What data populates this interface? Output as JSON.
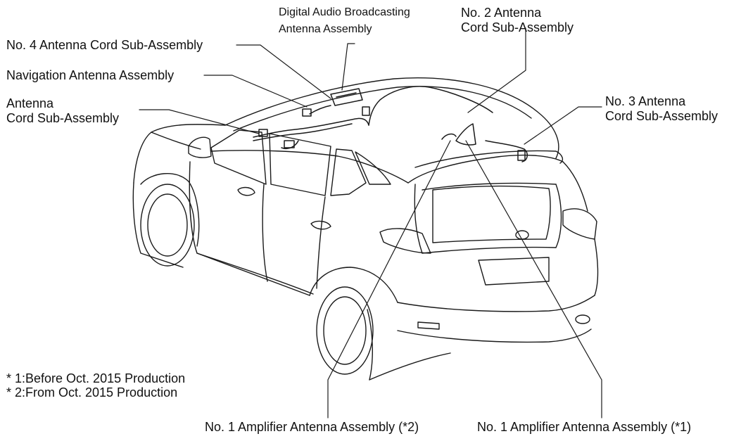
{
  "labels": {
    "dab_line1": "Digital Audio Broadcasting",
    "dab_line2": "Antenna Assembly",
    "no2_line1": "No. 2 Antenna",
    "no2_line2": "Cord Sub-Assembly",
    "no4": "No. 4 Antenna Cord Sub-Assembly",
    "nav": "Navigation Antenna Assembly",
    "cord_line1": "Antenna",
    "cord_line2": "Cord Sub-Assembly",
    "no3_line1": "No. 3 Antenna",
    "no3_line2": "Cord Sub-Assembly",
    "amp2": "No. 1 Amplifier Antenna Assembly (*2)",
    "amp1": "No. 1 Amplifier Antenna Assembly (*1)"
  },
  "notes": [
    "* 1:Before Oct. 2015 Production",
    "* 2:From Oct. 2015 Production"
  ],
  "colors": {
    "line": "#1a1a1a",
    "background": "#ffffff"
  }
}
